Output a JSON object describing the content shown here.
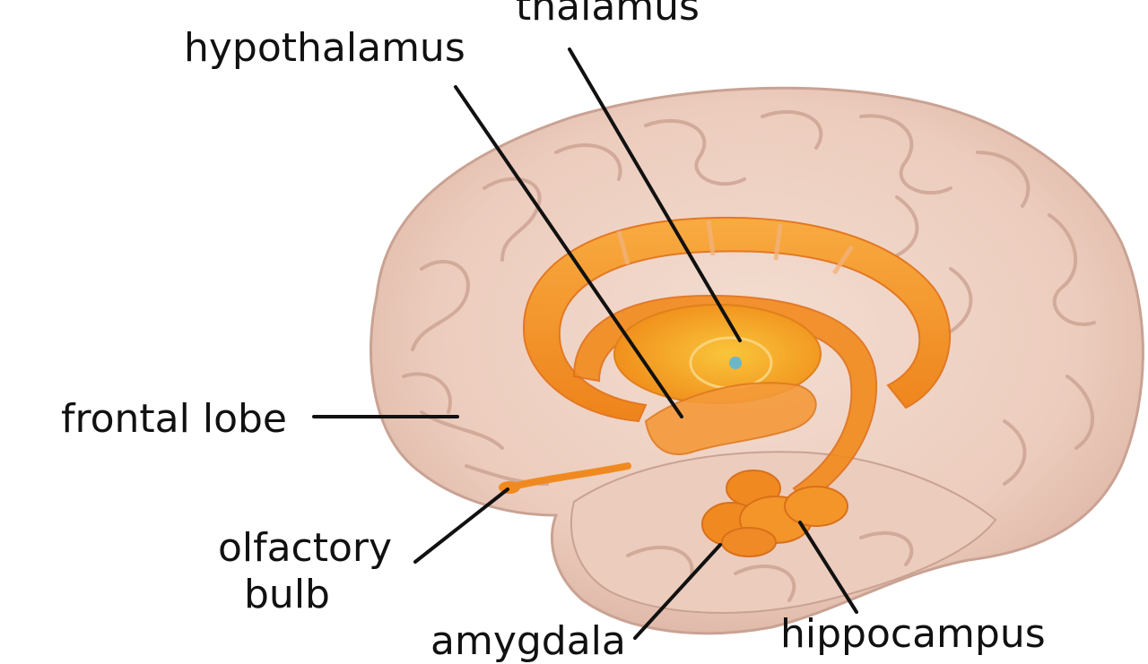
{
  "labels": {
    "thalamus": "thalamus",
    "hypothalamus": "hypothalamus",
    "frontal_lobe": "frontal lobe",
    "olfactory_bulb_line1": "olfactory",
    "olfactory_bulb_line2": "bulb",
    "amygdala": "amygdala",
    "hippocampus": "hippocampus"
  },
  "colors": {
    "background": "#ffffff",
    "brain_tissue": "#efd4c6",
    "brain_shadow": "#d9b4a4",
    "sulci": "#c99f8f",
    "limbic_orange": "#f4931f",
    "limbic_light": "#f9b24a",
    "thalamus_core": "#f5a623",
    "leader_line": "#111111",
    "label_text": "#111111"
  }
}
